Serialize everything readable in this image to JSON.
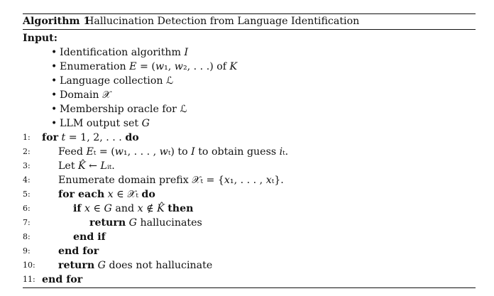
{
  "algorithm": {
    "label": "Algorithm 1",
    "title": "Hallucination Detection from Language Identification",
    "input_label": "Input:",
    "inputs": [
      "Identification algorithm 𝐼",
      "Enumeration 𝐸 = (𝑤₁, 𝑤₂, . . .) of 𝐾",
      "Language collection ℒ",
      "Domain 𝒳",
      "Membership oracle for ℒ",
      "LLM output set 𝐺"
    ],
    "lines": [
      {
        "num": "1:",
        "kw": "for",
        "text": " 𝑡 = 1, 2, . . .  ",
        "kw2": "do"
      },
      {
        "num": "2:",
        "text": "Feed 𝐸ₜ = (𝑤₁, . . . , 𝑤ₜ) to 𝐼 to obtain guess 𝑖ₜ."
      },
      {
        "num": "3:",
        "text": "Let 𝐾̂ ← 𝐿ᵢₜ."
      },
      {
        "num": "4:",
        "text": "Enumerate domain prefix 𝒳ₜ = {𝑥₁, . . . , 𝑥ₜ}."
      },
      {
        "num": "5:",
        "kw": "for each",
        "text": " 𝑥 ∈ 𝒳ₜ ",
        "kw2": "do"
      },
      {
        "num": "6:",
        "kw": "if",
        "text": " 𝑥 ∈ 𝐺 and 𝑥 ∉ 𝐾̂ ",
        "kw2": "then"
      },
      {
        "num": "7:",
        "kw": "return",
        "text": " 𝐺 hallucinates"
      },
      {
        "num": "8:",
        "kw": "end if"
      },
      {
        "num": "9:",
        "kw": "end for"
      },
      {
        "num": "10:",
        "kw": "return",
        "text": " 𝐺 does not hallucinate"
      },
      {
        "num": "11:",
        "kw": "end for"
      }
    ]
  }
}
